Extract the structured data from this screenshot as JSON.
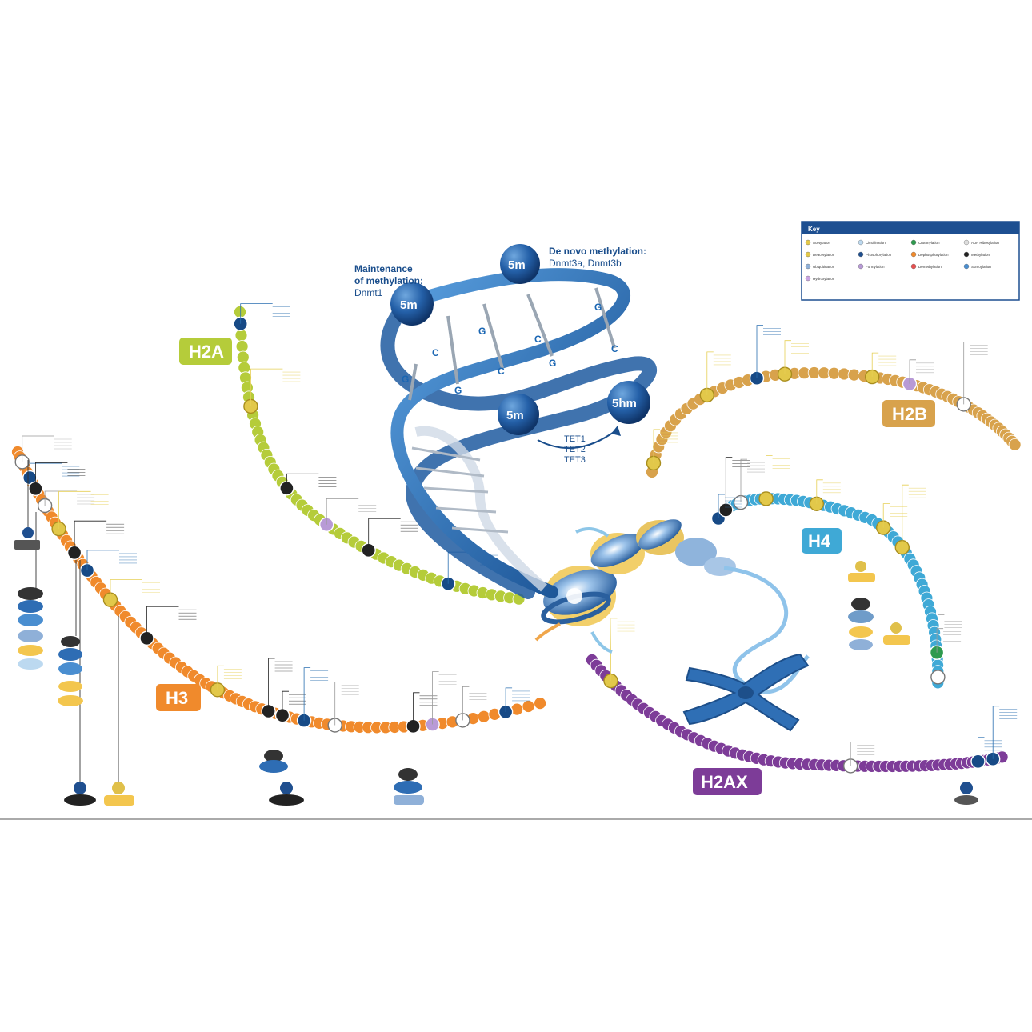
{
  "dna": {
    "maintenance_title_line1": "Maintenance",
    "maintenance_title_line2": "of methylation:",
    "maintenance_enzyme": "Dnmt1",
    "denovo_title": "De novo methylation:",
    "denovo_enzymes": "Dnmt3a, Dnmt3b",
    "bases_top": [
      "C",
      "G",
      "C",
      "G"
    ],
    "bases_bottom": [
      "G",
      "G",
      "C",
      "G",
      "C"
    ],
    "mark_5m": "5m",
    "mark_5hm": "5hm",
    "tet_enzymes": [
      "TET1",
      "TET2",
      "TET3"
    ]
  },
  "histones": {
    "h2a": {
      "label": "H2A",
      "color": "#b5cc3a"
    },
    "h2b": {
      "label": "H2B",
      "color": "#d8a24c"
    },
    "h3": {
      "label": "H3",
      "color": "#f08a2c"
    },
    "h4": {
      "label": "H4",
      "color": "#3fa9d6"
    },
    "h2ax": {
      "label": "H2AX",
      "color": "#7d3c98"
    }
  },
  "key": {
    "title": "Key",
    "items": [
      "Acetylation",
      "Citrullination",
      "Crotonylation",
      "ADP Ribosylation",
      "Deacetylation",
      "Phosphorylation",
      "Dephosphorylation",
      "Methylation",
      "Ubiquitination",
      "Formylation",
      "Demethylation",
      "Sumoylation",
      "Hydroxylation"
    ]
  },
  "colors": {
    "dna_blue": "#1a5fa8",
    "methyl_marker": "#1f4f8f",
    "phospho_marker": "#174a86",
    "key_header": "#1d4f91"
  }
}
